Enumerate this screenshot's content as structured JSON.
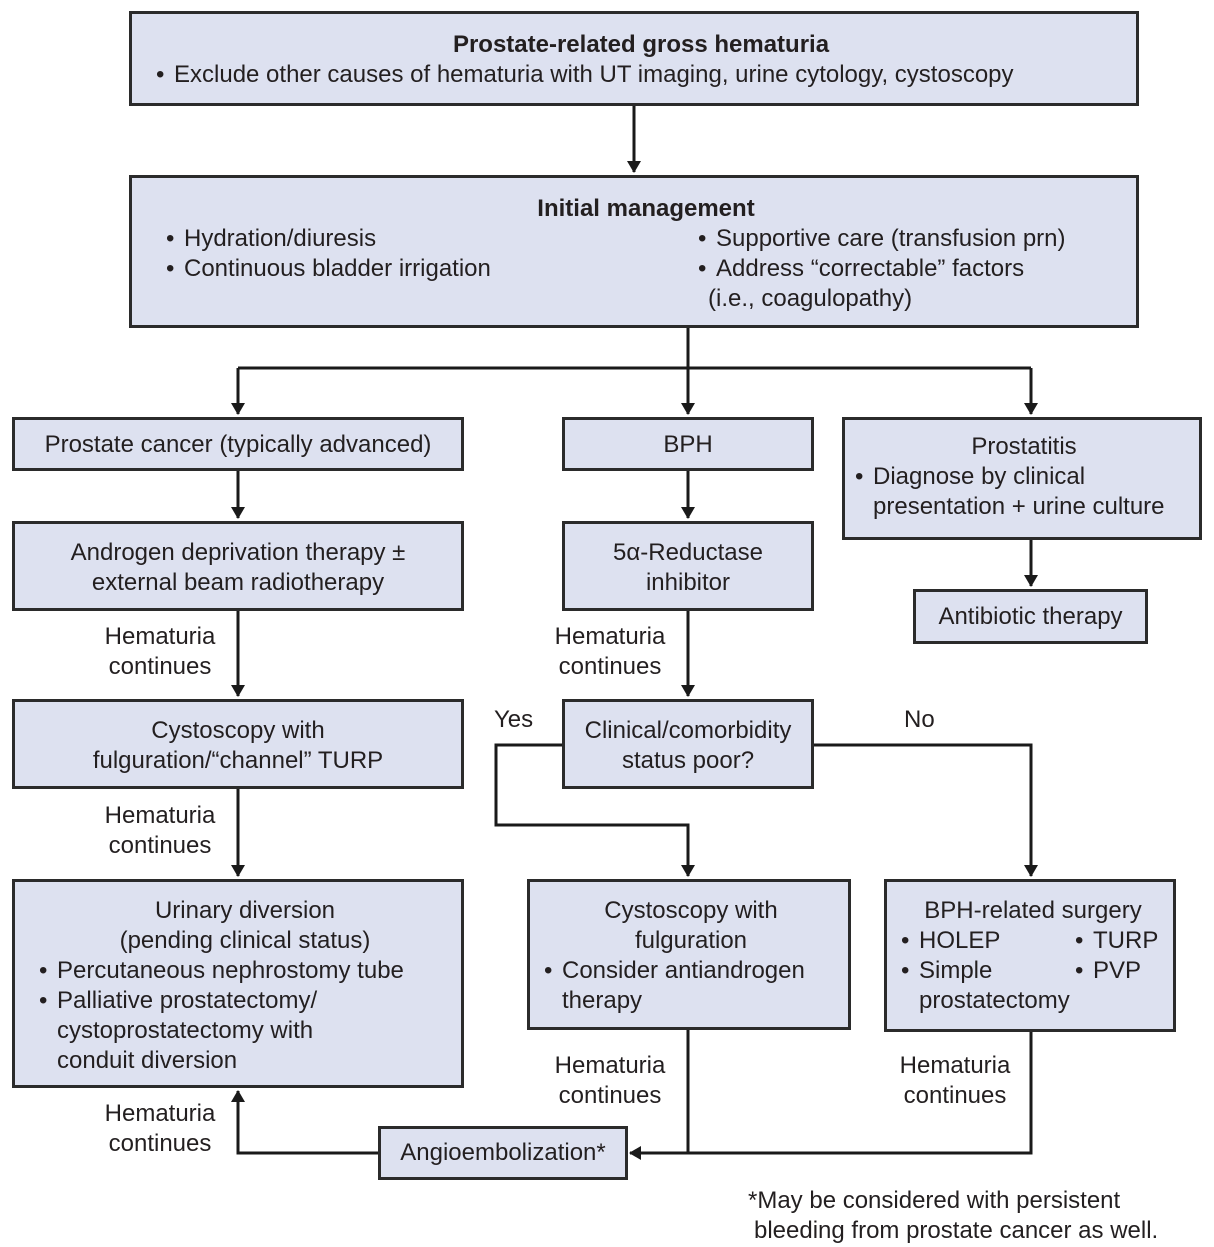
{
  "top": {
    "title": "Prostate-related gross hematuria",
    "bullet": "Exclude other causes of hematuria with UT imaging, urine cytology, cystoscopy"
  },
  "initial": {
    "title": "Initial management",
    "left": [
      "Hydration/diuresis",
      "Continuous bladder irrigation"
    ],
    "right1": "Supportive care (transfusion prn)",
    "right2": "Address “correctable” factors",
    "right2b": "(i.e., coagulopathy)"
  },
  "cancer": {
    "label": "Prostate cancer (typically advanced)",
    "adt": [
      "Androgen deprivation therapy ±",
      "external beam radiotherapy"
    ],
    "cysto": [
      "Cystoscopy with",
      "fulguration/“channel” TURP"
    ],
    "diversion_title": [
      "Urinary diversion",
      "(pending clinical status)"
    ],
    "diversion_b1": "Percutaneous nephrostomy tube",
    "diversion_b2": "Palliative prostatectomy/",
    "diversion_b2b": "cystoprostatectomy with",
    "diversion_b2c": "conduit diversion"
  },
  "bph": {
    "label": "BPH",
    "inhibitor": [
      "5α-Reductase",
      "inhibitor"
    ],
    "decision": [
      "Clinical/comorbidity",
      "status poor?"
    ],
    "yes": "Yes",
    "no": "No",
    "cysto_title": [
      "Cystoscopy with",
      "fulguration"
    ],
    "cysto_b1": "Consider antiandrogen",
    "cysto_b1b": "therapy",
    "surgery_title": "BPH-related surgery",
    "surgery_items": [
      "HOLEP",
      "TURP",
      "Simple",
      "PVP"
    ],
    "surgery_cont": "prostatectomy"
  },
  "prostatitis": {
    "title": "Prostatitis",
    "b1": "Diagnose by clinical",
    "b1b": "presentation + urine culture",
    "therapy": "Antibiotic therapy"
  },
  "hematuria": [
    "Hematuria",
    "continues"
  ],
  "angio": "Angioembolization*",
  "footnote": [
    "*May be considered with persistent",
    "bleeding from prostate cancer as well."
  ]
}
